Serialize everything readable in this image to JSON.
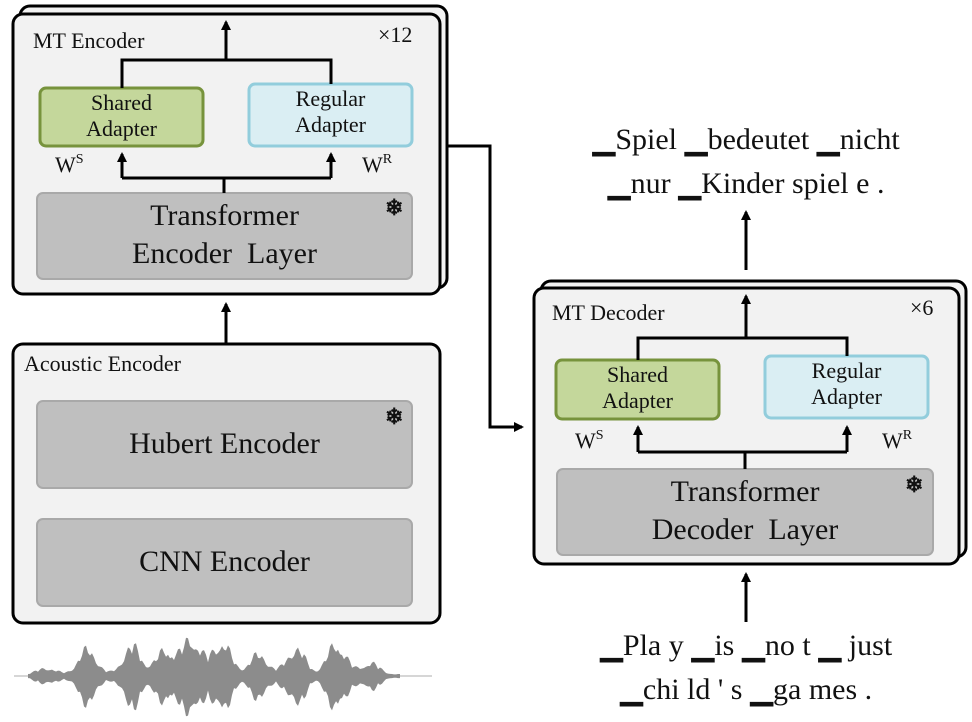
{
  "mt_encoder": {
    "title": "MT Encoder",
    "repeat": "×12",
    "shared_adapter": {
      "line1": "Shared",
      "line2": "Adapter",
      "weight": "W",
      "weight_sup": "S"
    },
    "regular_adapter": {
      "line1": "Regular",
      "line2": "Adapter",
      "weight": "W",
      "weight_sup": "R"
    },
    "layer": {
      "line1": "Transformer",
      "line2": "Encoder  Layer",
      "frozen_icon": "❄"
    }
  },
  "acoustic_encoder": {
    "title": "Acoustic Encoder",
    "hubert": {
      "label": "Hubert Encoder",
      "frozen_icon": "❄"
    },
    "cnn": {
      "label": "CNN Encoder"
    }
  },
  "mt_decoder": {
    "title": "MT Decoder",
    "repeat": "×6",
    "shared_adapter": {
      "line1": "Shared",
      "line2": "Adapter",
      "weight": "W",
      "weight_sup": "S"
    },
    "regular_adapter": {
      "line1": "Regular",
      "line2": "Adapter",
      "weight": "W",
      "weight_sup": "R"
    },
    "layer": {
      "line1": "Transformer",
      "line2": "Decoder  Layer",
      "frozen_icon": "❄"
    }
  },
  "output_text": {
    "line1": "▁Spiel ▁bedeutet ▁nicht",
    "line2": "▁nur ▁Kinder spiel e ."
  },
  "input_text": {
    "line1": "▁Pla y ▁is ▁no t ▁ just",
    "line2": "▁chi ld ' s ▁ga mes ."
  },
  "waveform": {
    "icon": "audio-waveform"
  }
}
